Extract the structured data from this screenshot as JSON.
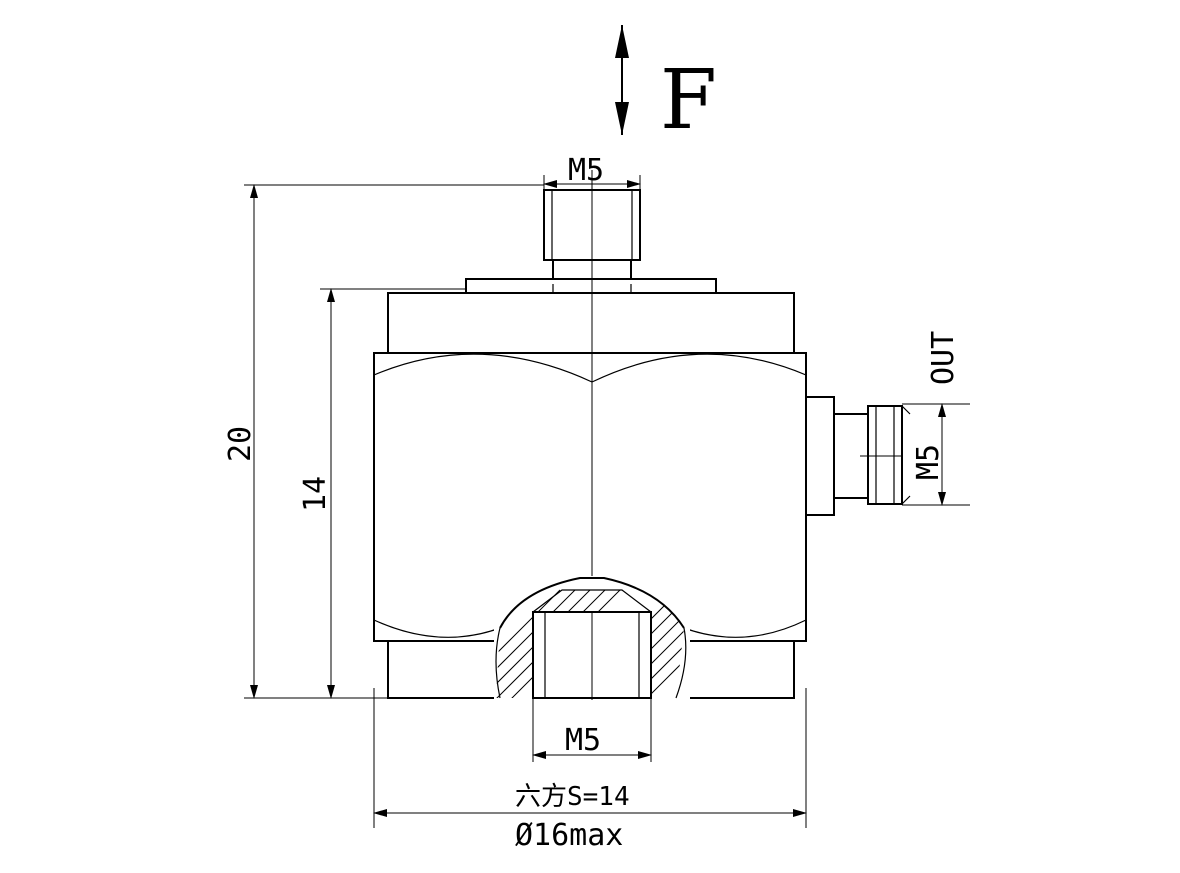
{
  "force_label": "F",
  "labels": {
    "top_thread": "M5",
    "bottom_thread": "M5",
    "side_thread": "M5",
    "output": "OUT",
    "height_total": "20",
    "height_body": "14",
    "hex_size": "六方S=14",
    "diameter": "Ø16max"
  }
}
